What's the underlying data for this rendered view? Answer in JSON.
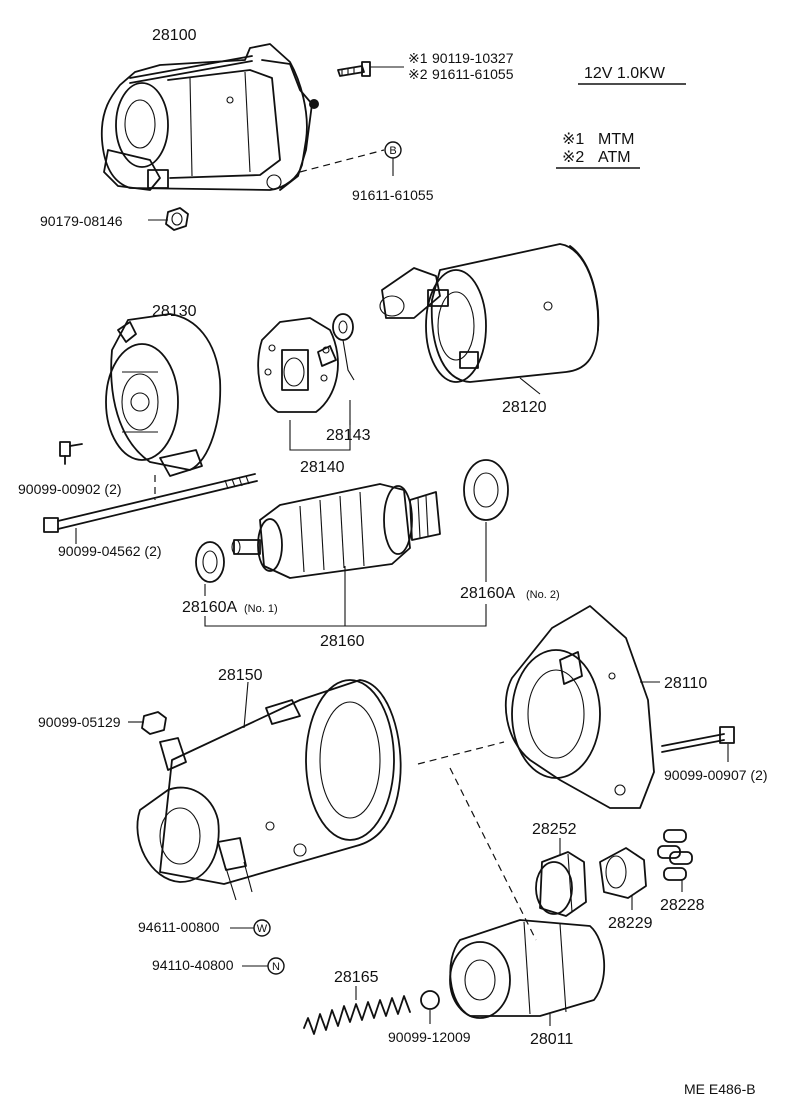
{
  "spec": "12V  1.0KW",
  "legend": [
    {
      "mark": "※1",
      "text": "MTM"
    },
    {
      "mark": "※2",
      "text": "ATM"
    }
  ],
  "bolt_variants": [
    {
      "mark": "※1",
      "part": "90119-10327"
    },
    {
      "mark": "※2",
      "part": "91611-61055"
    }
  ],
  "callout_B": "B",
  "callout_W": "W",
  "callout_N": "N",
  "parts": {
    "p28100": "28100",
    "p91611": "91611-61055",
    "p90179": "90179-08146",
    "p28130": "28130",
    "p28120": "28120",
    "p28143": "28143",
    "p28140": "28140",
    "p90099_00902": "90099-00902 (2)",
    "p90099_04562": "90099-04562 (2)",
    "p28160A_1": "28160A",
    "p28160A_1_note": "(No. 1)",
    "p28160A_2": "28160A",
    "p28160A_2_note": "(No. 2)",
    "p28160": "28160",
    "p28150": "28150",
    "p28110": "28110",
    "p90099_05129": "90099-05129",
    "p90099_00907": "90099-00907 (2)",
    "p28252": "28252",
    "p28229": "28229",
    "p28228": "28228",
    "p94611": "94611-00800",
    "p94110": "94110-40800",
    "p28165": "28165",
    "p90099_12009": "90099-12009",
    "p28011": "28011"
  },
  "code": "ME  E486-B"
}
